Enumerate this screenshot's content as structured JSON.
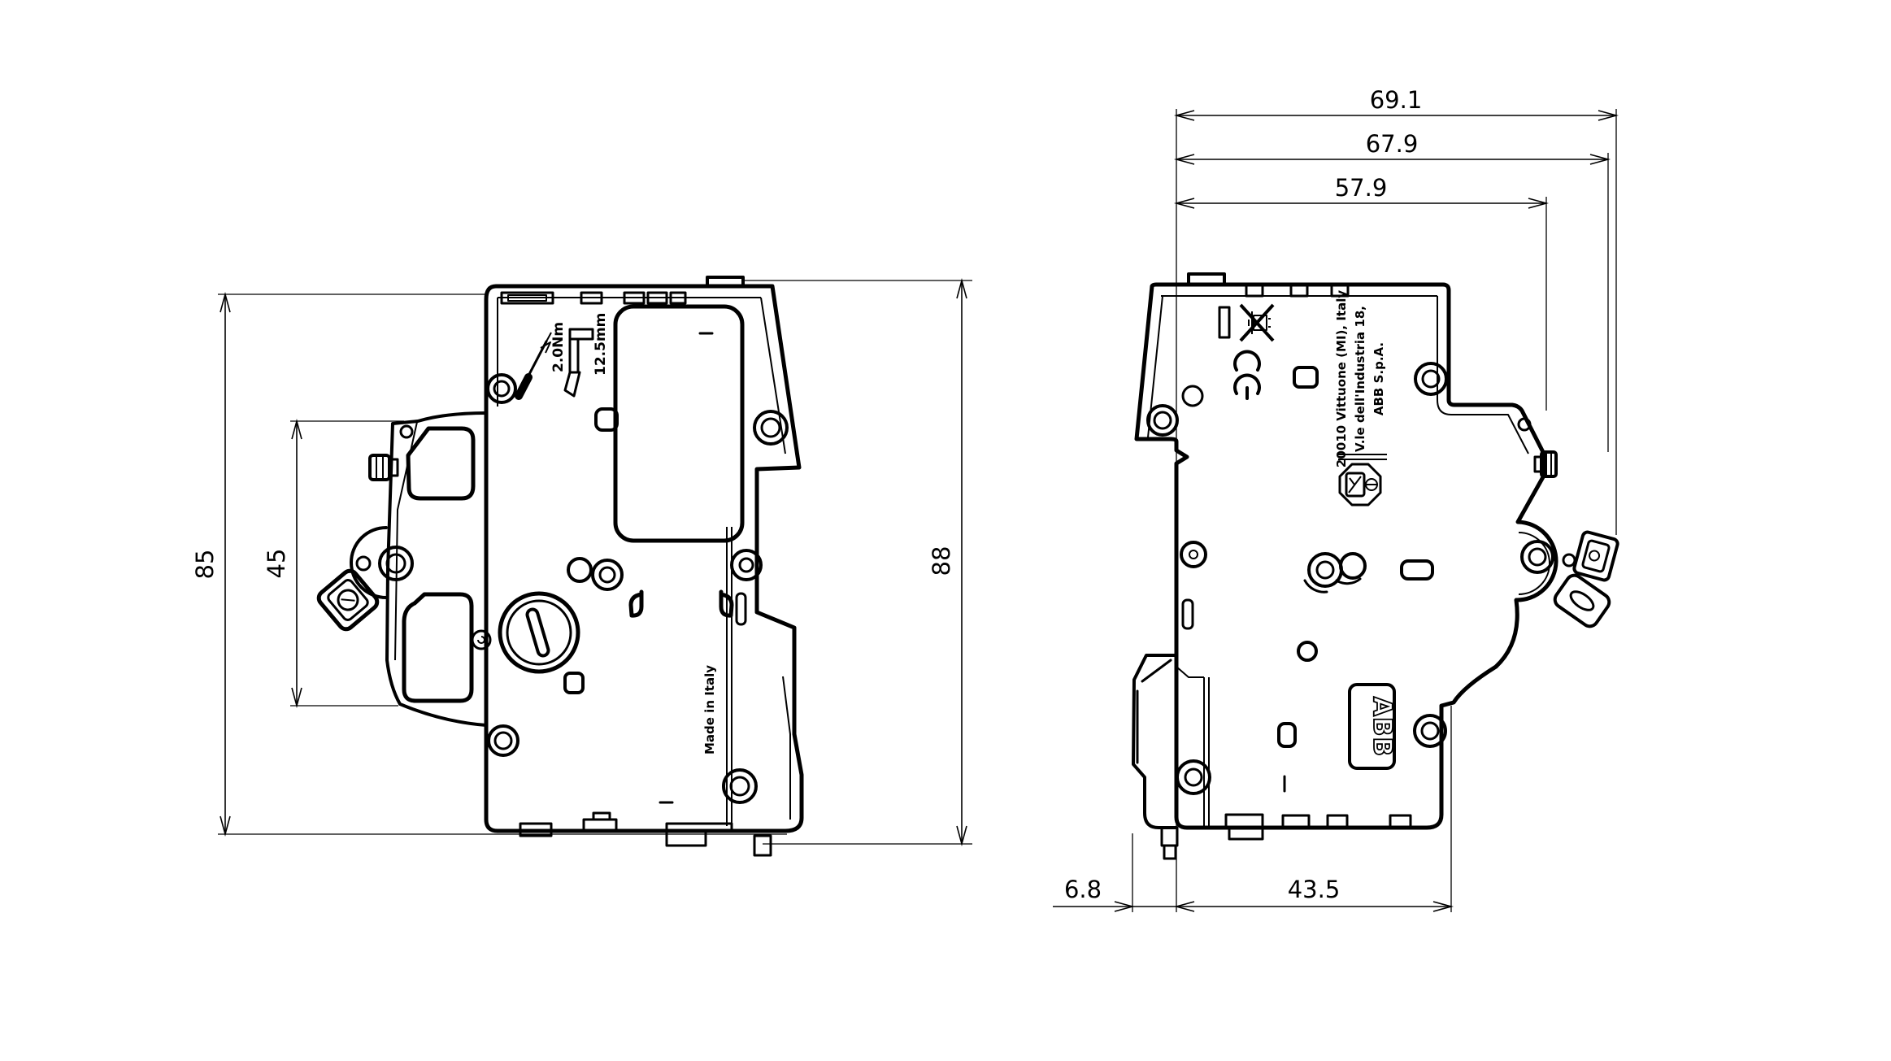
{
  "left_view": {
    "dim_body_height": "85",
    "dim_handle_window": "45",
    "dim_overall_height": "88",
    "label_torque": "2.0Nm",
    "label_strip_length": "12.5mm",
    "label_made_in": "Made in Italy"
  },
  "right_view": {
    "dim_width_overall": "69.1",
    "dim_width_body": "67.9",
    "dim_width_front": "57.9",
    "dim_din_offset": "6.8",
    "dim_depth": "43.5",
    "mfr_line1": "ABB S.p.A.",
    "mfr_line2": "V.le dell'Industria 18,",
    "mfr_line3": "20010 Vittuone (MI), Italy",
    "logo": "ABB"
  }
}
